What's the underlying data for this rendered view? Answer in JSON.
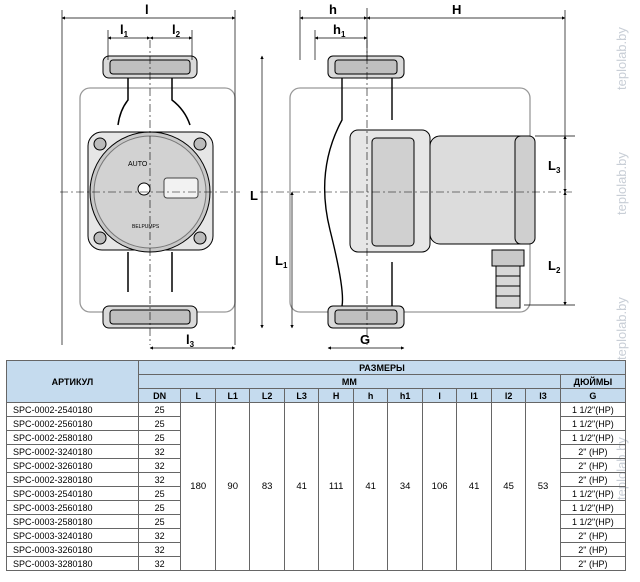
{
  "drawing": {
    "front_labels": {
      "l": "l",
      "l1": "l",
      "l1_sub": "1",
      "l2": "l",
      "l2_sub": "2",
      "l3": "l",
      "l3_sub": "3",
      "L": "L"
    },
    "side_labels": {
      "h": "h",
      "h1": "h",
      "h1_sub": "1",
      "H": "H",
      "L1": "L",
      "L1_sub": "1",
      "L2": "L",
      "L2_sub": "2",
      "L3": "L",
      "L3_sub": "3",
      "G": "G"
    },
    "pump_face": {
      "auto": "AUTO",
      "brand": "BELPUMPS"
    },
    "watermarks": [
      "teplolab.by",
      "teplolab.by",
      "teplolab.by",
      "teplolab.by"
    ]
  },
  "table": {
    "header_article": "АРТИКУЛ",
    "header_sizes": "РАЗМЕРЫ",
    "header_mm": "ММ",
    "header_inches": "ДЮЙМЫ",
    "columns": [
      "DN",
      "L",
      "L1",
      "L2",
      "L3",
      "H",
      "h",
      "h1",
      "l",
      "l1",
      "l2",
      "l3",
      "G"
    ],
    "shared": {
      "L": "180",
      "L1": "90",
      "L2": "83",
      "L3": "41",
      "H": "111",
      "h": "41",
      "h1": "34",
      "l": "106",
      "l1": "41",
      "l2": "45",
      "l3": "53"
    },
    "rows": [
      {
        "article": "SPC-0002-2540180",
        "dn": "25",
        "g": "1 1/2\"(НР)"
      },
      {
        "article": "SPC-0002-2560180",
        "dn": "25",
        "g": "1 1/2\"(НР)"
      },
      {
        "article": "SPC-0002-2580180",
        "dn": "25",
        "g": "1 1/2\"(НР)"
      },
      {
        "article": "SPC-0002-3240180",
        "dn": "32",
        "g": "2\" (НР)"
      },
      {
        "article": "SPC-0002-3260180",
        "dn": "32",
        "g": "2\" (НР)"
      },
      {
        "article": "SPC-0002-3280180",
        "dn": "32",
        "g": "2\" (НР)"
      },
      {
        "article": "SPC-0003-2540180",
        "dn": "25",
        "g": "1 1/2\"(НР)"
      },
      {
        "article": "SPC-0003-2560180",
        "dn": "25",
        "g": "1 1/2\"(НР)"
      },
      {
        "article": "SPC-0003-2580180",
        "dn": "25",
        "g": "1 1/2\"(НР)"
      },
      {
        "article": "SPC-0003-3240180",
        "dn": "32",
        "g": "2\" (НР)"
      },
      {
        "article": "SPC-0003-3260180",
        "dn": "32",
        "g": "2\" (НР)"
      },
      {
        "article": "SPC-0003-3280180",
        "dn": "32",
        "g": "2\" (НР)"
      }
    ]
  }
}
